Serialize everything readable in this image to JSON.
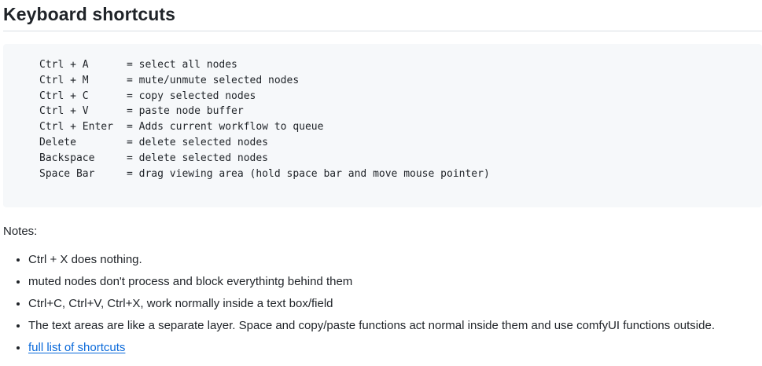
{
  "heading": "Keyboard shortcuts",
  "shortcuts": [
    {
      "key": "Ctrl + A",
      "desc": "= select all nodes"
    },
    {
      "key": "Ctrl + M",
      "desc": "= mute/unmute selected nodes"
    },
    {
      "key": "Ctrl + C",
      "desc": "= copy selected nodes"
    },
    {
      "key": "Ctrl + V",
      "desc": "= paste node buffer"
    },
    {
      "key": "Ctrl + Enter",
      "desc": "= Adds current workflow to queue"
    },
    {
      "key": "Delete",
      "desc": "= delete selected nodes"
    },
    {
      "key": "Backspace",
      "desc": "= delete selected nodes"
    },
    {
      "key": "Space Bar",
      "desc": "= drag viewing area (hold space bar and move mouse pointer)"
    }
  ],
  "notes_label": "Notes:",
  "notes": [
    "Ctrl + X does nothing.",
    "muted nodes don't process and block everythintg behind them",
    "Ctrl+C, Ctrl+V, Ctrl+X, work normally inside a text box/field",
    "The text areas are like a separate layer. Space and copy/paste functions act normal inside them and use comfyUI functions outside."
  ],
  "link_text": "full list of shortcuts",
  "colors": {
    "link": "#0969da",
    "code_background": "#f6f8fa",
    "divider": "#d8dee4"
  }
}
